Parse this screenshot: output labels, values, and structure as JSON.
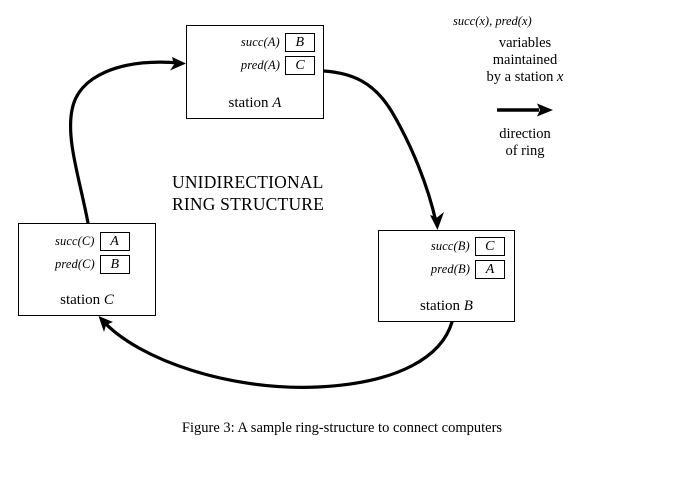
{
  "figure": {
    "caption": "Figure 3: A sample ring-structure to connect computers",
    "center_title_line1": "UNIDIRECTIONAL",
    "center_title_line2": "RING STRUCTURE",
    "background_color": "#ffffff",
    "line_color": "#000000"
  },
  "stations": [
    {
      "id": "A",
      "caption_prefix": "station",
      "caption_id": "A",
      "succ_label": "succ(A)",
      "succ_value": "B",
      "pred_label": "pred(A)",
      "pred_value": "C"
    },
    {
      "id": "C",
      "caption_prefix": "station",
      "caption_id": "C",
      "succ_label": "succ(C)",
      "succ_value": "A",
      "pred_label": "pred(C)",
      "pred_value": "B"
    },
    {
      "id": "B",
      "caption_prefix": "station",
      "caption_id": "B",
      "succ_label": "succ(B)",
      "succ_value": "C",
      "pred_label": "pred(B)",
      "pred_value": "A"
    }
  ],
  "legend": {
    "vars_title": "succ(x), pred(x)",
    "vars_desc_line1": "variables",
    "vars_desc_line2": "maintained",
    "vars_desc_line3_pre": "by a station ",
    "vars_desc_line3_var": "x",
    "direction_line1": "direction",
    "direction_line2": "of ring",
    "arrow_icon": "right-arrow-icon"
  },
  "connections": [
    {
      "name": "arrow-c-to-a",
      "from": "C",
      "to": "A"
    },
    {
      "name": "arrow-a-to-b",
      "from": "A",
      "to": "B"
    },
    {
      "name": "arrow-b-to-c",
      "from": "B",
      "to": "C"
    }
  ]
}
